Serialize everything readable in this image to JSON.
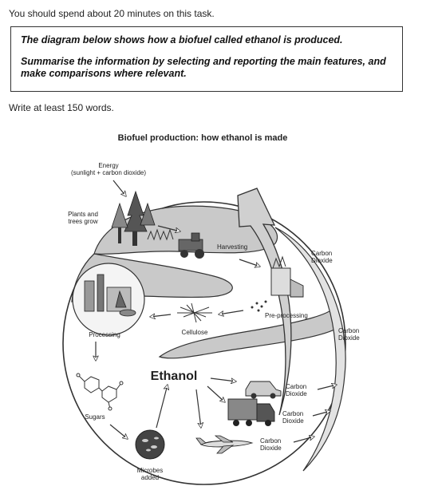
{
  "instructions": {
    "time_note": "You should spend about 20 minutes on this task.",
    "task_line_1": "The diagram below shows how a biofuel called ethanol is produced.",
    "task_line_2a": "Summarise the information by selecting and reporting the main features, and",
    "task_line_2b": "make comparisons where relevant.",
    "word_count": "Write at least 150 words."
  },
  "diagram": {
    "title": "Biofuel production: how ethanol is made",
    "energy_line1": "Energy",
    "energy_line2": "(sunlight + carbon dioxide)",
    "plants_line1": "Plants and",
    "plants_line2": "trees grow",
    "harvesting": "Harvesting",
    "pre_processing": "Pre-processing",
    "cellulose": "Cellulose",
    "processing": "Processing",
    "sugars": "Sugars",
    "microbes_line1": "Microbes",
    "microbes_line2": "added",
    "ethanol": "Ethanol",
    "carbon": "Carbon",
    "dioxide": "Dioxide"
  }
}
